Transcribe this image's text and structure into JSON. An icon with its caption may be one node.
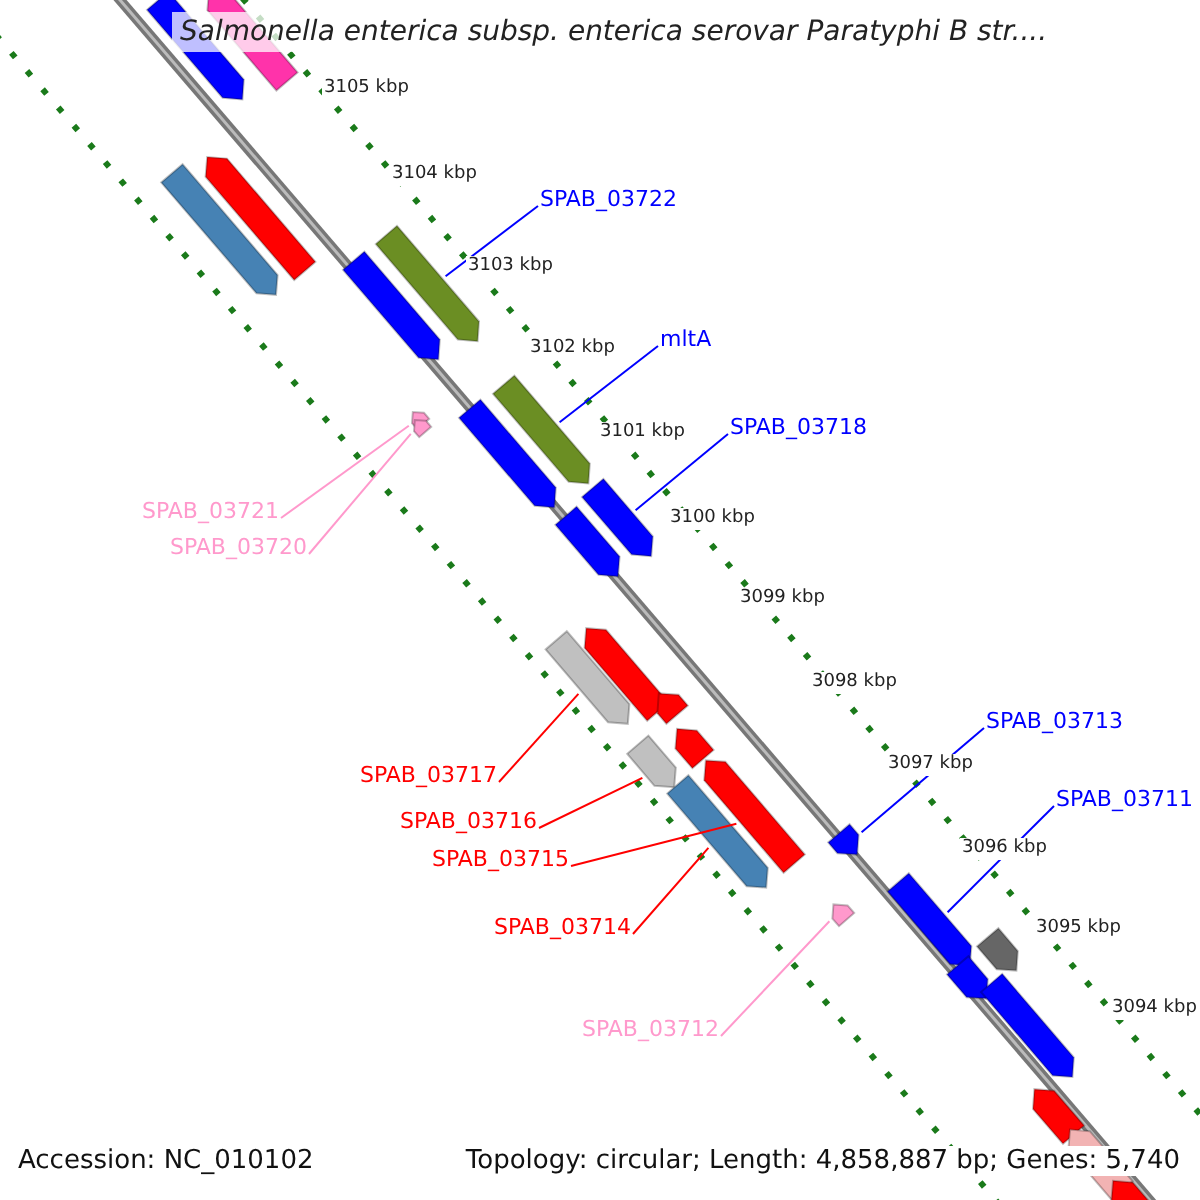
{
  "diagram": {
    "title": "Salmonella enterica subsp. enterica serovar Paratyphi B str....",
    "nodes": [
      {
        "text": [
          "SPAB_03722"
        ]
      },
      {
        "text": [],
        "shape": "bar"
      },
      {
        "text": [
          "mltA"
        ]
      },
      {
        "text": [],
        "shape": "bar"
      },
      {
        "text": [
          "SPAB_03718"
        ]
      },
      {
        "text": [],
        "shape": "bar"
      },
      {
        "text": [
          "SPAB_03721"
        ]
      },
      {
        "text": [
          "SPAB_03720"
        ]
      },
      {
        "text": [],
        "shape": "bar"
      },
      {
        "text": [],
        "shape": "bar"
      },
      {
        "text": [
          "SPAB_03717"
        ]
      },
      {
        "text": [],
        "shape": "bar"
      },
      {
        "text": [
          "SPAB_03716"
        ]
      },
      {
        "text": [],
        "shape": "bar"
      },
      {
        "text": [
          "SPAB_03715"
        ]
      },
      {
        "text": [],
        "shape": "bar"
      },
      {
        "text": [
          "SPAB_03714"
        ]
      },
      {
        "text": [],
        "shape": "bar"
      },
      {
        "text": [
          "SPAB_03713"
        ]
      },
      {
        "text": [],
        "shape": "bar"
      },
      {
        "text": [
          "SPAB_03711"
        ]
      },
      {
        "text": [],
        "shape": "bar"
      },
      {
        "text": [
          "SPAB_03712"
        ]
      },
      {
        "text": [],
        "shape": "bar"
      },
      {
        "text": [],
        "shape": "bar"
      },
      {
        "text": [],
        "shape": "bar"
      },
      {
        "text": [],
        "shape": "bar"
      },
      {
        "text": [],
        "shape": "bar"
      },
      {
        "text": [],
        "shape": "bar"
      },
      {
        "text": [],
        "shape": "bar"
      },
      {
        "text": [],
        "shape": "bar"
      },
      {
        "text": [],
        "shape": "bar"
      },
      {
        "text": [],
        "shape": "bar"
      },
      {
        "text": [],
        "shape": "bar"
      },
      {
        "text": [],
        "shape": "bar"
      },
      {
        "text": [],
        "shape": "bar"
      },
      {
        "text": [],
        "shape": "bar"
      },
      {
        "text": [],
        "shape": "bar"
      },
      {
        "text": [],
        "shape": "bar"
      },
      {
        "text": [],
        "shape": "bar"
      }
    ],
    "edges": [
      {
        "from": 0,
        "to": 1,
        "arrow": "none"
      },
      {
        "from": 2,
        "to": 3,
        "arrow": "none"
      },
      {
        "from": 4,
        "to": 5,
        "arrow": "none"
      },
      {
        "from": 6,
        "to": 8,
        "arrow": "none",
        "color": "#ff99cc"
      },
      {
        "from": 7,
        "to": 9,
        "arrow": "none",
        "color": "#ff99cc"
      },
      {
        "from": 10,
        "to": 11,
        "arrow": "none",
        "color": "#ff0000"
      },
      {
        "from": 12,
        "to": 13,
        "arrow": "none",
        "color": "#ff0000"
      },
      {
        "from": 14,
        "to": 15,
        "arrow": "none",
        "color": "#ff0000"
      },
      {
        "from": 16,
        "to": 17,
        "arrow": "none",
        "color": "#ff0000"
      },
      {
        "from": 18,
        "to": 19,
        "arrow": "none"
      },
      {
        "from": 20,
        "to": 21,
        "arrow": "none"
      },
      {
        "from": 22,
        "to": 23,
        "arrow": "none",
        "color": "#ff99cc"
      }
    ],
    "labels": [
      "3105 kbp",
      "3104 kbp",
      "3103 kbp",
      "3102 kbp",
      "3101 kbp",
      "3100 kbp",
      "3099 kbp",
      "3098 kbp",
      "3097 kbp",
      "3096 kbp",
      "3095 kbp",
      "3094 kbp",
      "Accession: NC_010102",
      "Topology: circular; Length: 4,858,887 bp; Genes: 5,740"
    ]
  }
}
